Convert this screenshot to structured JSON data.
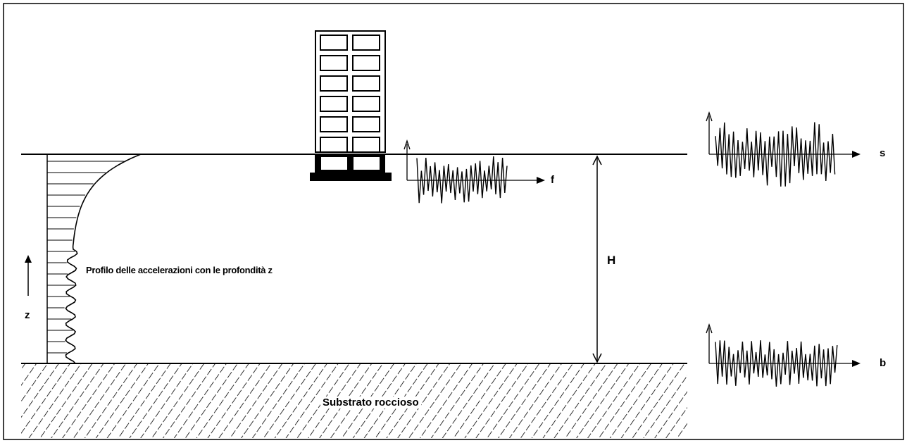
{
  "labels": {
    "profile_caption": "Profilo delle accelerazioni con le profondità z",
    "depth_axis": "z",
    "thickness": "H",
    "bedrock": "Substrato roccioso",
    "signal_foundation": "f",
    "signal_surface": "s",
    "signal_base": "b"
  },
  "colors": {
    "ink": "#000000",
    "paper": "#ffffff"
  },
  "building": {
    "floors": 6,
    "bays": 2
  }
}
